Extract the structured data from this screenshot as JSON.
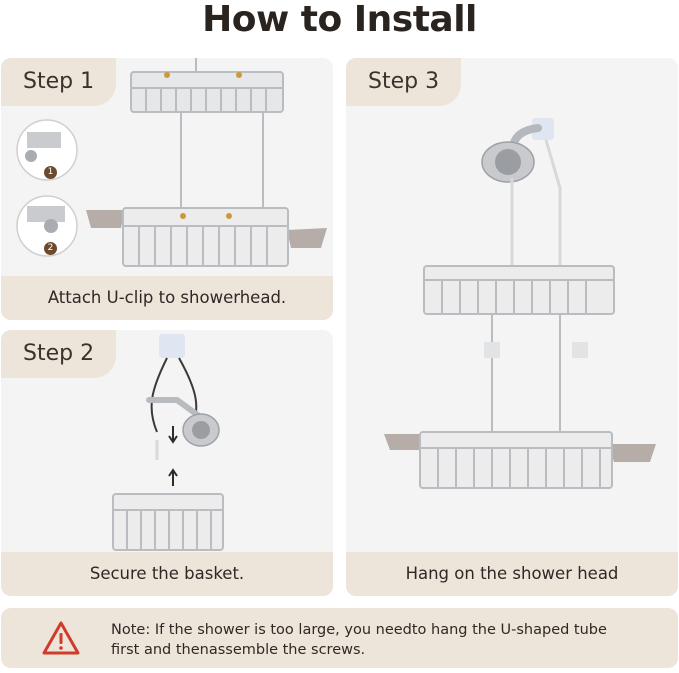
{
  "title": "How to Install",
  "steps": [
    {
      "label": "Step 1",
      "caption": "Attach U-clip to showerhead."
    },
    {
      "label": "Step 2",
      "caption": "Secure the basket."
    },
    {
      "label": "Step 3",
      "caption": "Hang on the shower head"
    }
  ],
  "note": {
    "icon": "warning-icon",
    "line1": "Note: If the shower is too large, you needto hang the U-shaped tube",
    "line2": "first and thenassemble the screws."
  },
  "markers": [
    "1",
    "2"
  ],
  "colors": {
    "tag": "#ede4da",
    "card": "#f4f4f4",
    "warning": "#d23a2c",
    "marker": "#6b4a2e"
  }
}
